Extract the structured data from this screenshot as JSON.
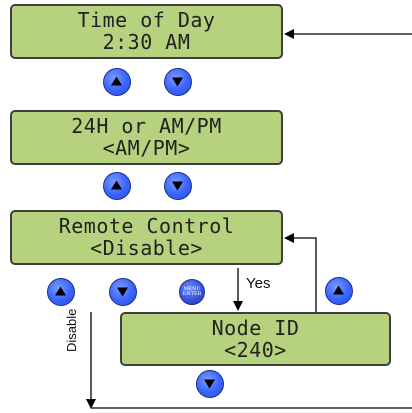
{
  "screens": {
    "time_of_day": {
      "line1": "Time of Day",
      "line2": "2:30 AM"
    },
    "format": {
      "line1": "24H or AM/PM",
      "line2": "<AM/PM>"
    },
    "remote_control": {
      "line1": "Remote Control",
      "line2": "<Disable>"
    },
    "node_id": {
      "line1": "Node ID",
      "line2": "<240>"
    }
  },
  "buttons": {
    "up_icon": "up-arrow-icon",
    "down_icon": "down-arrow-icon",
    "menu": {
      "line1": "MENU",
      "line2": "ENTER"
    }
  },
  "labels": {
    "yes": "Yes",
    "disable": "Disable"
  },
  "colors": {
    "lcd_background": "#b6d27e",
    "button_blue": "#3763ff",
    "line": "#000000"
  }
}
